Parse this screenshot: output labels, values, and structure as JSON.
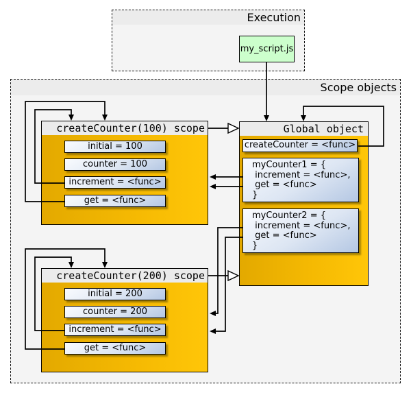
{
  "execution": {
    "title": "Execution",
    "script_node": "my_script.js"
  },
  "scope_panel": {
    "title": "Scope objects"
  },
  "scope100": {
    "title": "createCounter(100) scope",
    "rows": [
      "initial = 100",
      "counter = 100",
      "increment = <func>",
      "get = <func>"
    ]
  },
  "global_object": {
    "title": "Global object",
    "create_counter": "createCounter = <func>",
    "my_counter1": "myCounter1 = {\n increment = <func>,\n get = <func>\n}",
    "my_counter2": "myCounter2 = {\n increment = <func>,\n get = <func>\n}"
  },
  "scope200": {
    "title": "createCounter(200) scope",
    "rows": [
      "initial = 200",
      "counter = 200",
      "increment = <func>",
      "get = <func>"
    ]
  },
  "colors": {
    "gold_start": "#e3a900",
    "gold_end": "#ffc608",
    "panel_bg": "#f4f4f4",
    "band_bg": "#ececec",
    "node_header_bg": "#ebebeb",
    "slot_light": "#f9fbfe",
    "slot_dark": "#b4c7e3",
    "script_green": "#ccffcc"
  }
}
